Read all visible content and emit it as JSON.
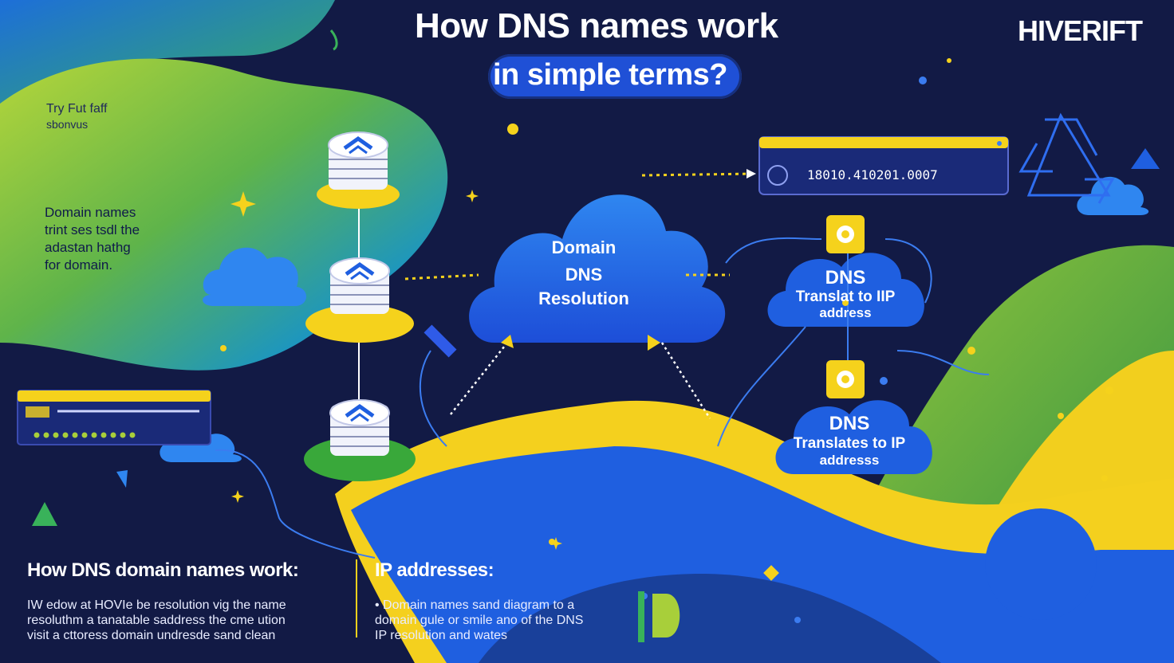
{
  "title": {
    "line1": "How DNS names work",
    "line2": "in simple terms?"
  },
  "brand": "HIVERIFT",
  "left_panel": {
    "small_note_line1": "Try Fut faff",
    "small_note_line2": "sbonvus",
    "description_lines": [
      "Domain names",
      "trint ses tsdl the",
      "adastan hathg",
      "for   domain."
    ]
  },
  "center_cloud": {
    "line1": "Domain",
    "line2": "DNS",
    "line3": "Resolution"
  },
  "ip_bar": {
    "value": "18010.410201.0007"
  },
  "right_clouds": [
    {
      "title": "DNS",
      "line2": "Translat to IIP",
      "line3": "address"
    },
    {
      "title": "DNS",
      "line2": "Translates to IP",
      "line3": "addresss"
    }
  ],
  "bottom": {
    "left_heading": "How DNS domain names work:",
    "left_lines": [
      "IW  edow at HOVIe be resolution vig the name",
      "resoluthm a tanatable saddress the cme ution",
      "visit a cttoress domain undresde sand clean"
    ],
    "right_heading": "IP addresses:",
    "right_lines": [
      "• Domain names sand diagram to a",
      "domain gule or smile ano of the DNS",
      "IP resolution and wates"
    ]
  },
  "colors": {
    "background": "#121a45",
    "lime": "#a8cf3a",
    "green": "#4aa84a",
    "blue": "#1f5fe0",
    "yellow": "#f5d21c",
    "teal": "#1f9ac0"
  },
  "icons": [
    "database-icon",
    "cloud-icon",
    "server-rack-icon",
    "recycle-triangle-icon",
    "sparkle-icon",
    "triangle-icon"
  ]
}
